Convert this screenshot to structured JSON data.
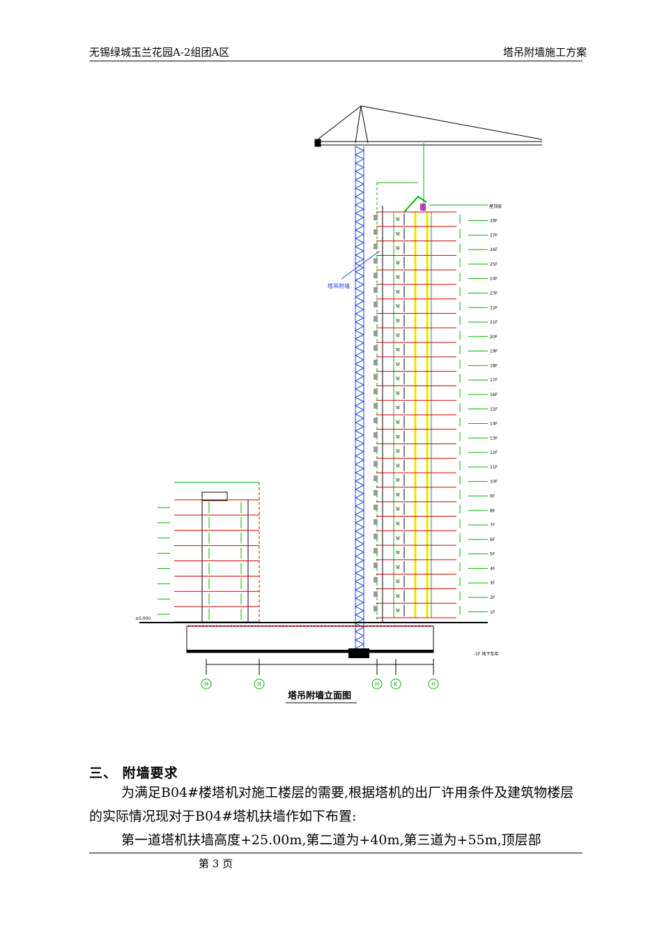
{
  "header": {
    "left": "无锡绿城玉兰花园A-2组团A区",
    "right": "塔吊附墙施工方案"
  },
  "figure": {
    "caption": "塔吊附墙立面图",
    "callout": "塔吊附墙",
    "axis_labels": [
      "H",
      "H",
      "H",
      "K",
      "H"
    ],
    "top_label": "屋顶层",
    "floor_labels": [
      "28F",
      "27F",
      "26F",
      "25F",
      "24F",
      "23F",
      "22F",
      "21F",
      "20F",
      "19F",
      "18F",
      "17F",
      "16F",
      "15F",
      "14F",
      "13F",
      "12F",
      "11F",
      "10F",
      "9F",
      "8F",
      "7F",
      "6F",
      "5F",
      "4F",
      "3F",
      "2F",
      "1F"
    ],
    "basement_label": "-1F 地下车库",
    "ground_level": "±0.000"
  },
  "section": {
    "title": "三、 附墙要求",
    "para1": "为满足B04#楼塔机对施工楼层的需要,根据塔机的出厂许用条件及建筑物楼层的实际情况现对于B04#塔机扶墙作如下布置:",
    "para2": "第一道塔机扶墙高度+25.00m,第二道为+40m,第三道为+55m,顶层部"
  },
  "footer": {
    "page": "第 3 页"
  },
  "colors": {
    "crane": "#1f3fd6",
    "structure": "#cc0000",
    "frame": "#00b000",
    "highlight": "#e8e800",
    "ink": "#000000"
  }
}
